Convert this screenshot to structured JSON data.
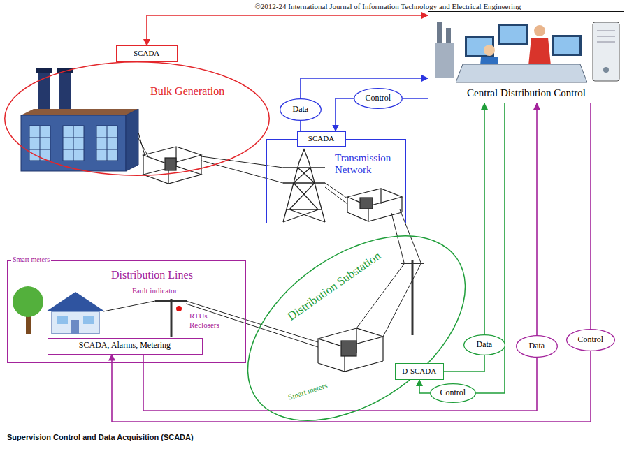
{
  "diagram": {
    "caption": "Supervision Control and Data Acquisition (SCADA)",
    "nodes": [
      {
        "text": [
          "Central Distribution Control"
        ]
      },
      {
        "text": [
          "SCADA"
        ]
      },
      {
        "text": [
          "Bulk Generation"
        ]
      },
      {
        "text": [
          "Data"
        ]
      },
      {
        "text": [
          "Control"
        ]
      },
      {
        "text": [
          "Transmission Network"
        ]
      },
      {
        "text": [
          "SCADA"
        ],
        "in": 5
      },
      {
        "text": [
          "Distribution Substation",
          "Smart meters"
        ]
      },
      {
        "text": [
          "D-SCADA"
        ]
      },
      {
        "text": [
          "Data"
        ]
      },
      {
        "text": [
          "Control"
        ]
      },
      {
        "text": [
          "Smart meters",
          "Distribution Lines",
          "Fault indicator",
          "RTUs",
          "Reclosers"
        ]
      },
      {
        "text": [
          "SCADA, Alarms, Metering"
        ],
        "in": 11
      },
      {
        "text": [
          "Data"
        ]
      },
      {
        "text": [
          "Control"
        ]
      }
    ],
    "edges": [
      {
        "from": 1,
        "to": 0,
        "arrow": "both"
      },
      {
        "from": 6,
        "to": 3,
        "arrow": "none"
      },
      {
        "from": 3,
        "to": 0,
        "arrow": "to"
      },
      {
        "from": 0,
        "to": 4,
        "arrow": "none"
      },
      {
        "from": 4,
        "to": 6,
        "arrow": "to"
      },
      {
        "from": 8,
        "to": 9,
        "arrow": "none"
      },
      {
        "from": 9,
        "to": 0,
        "arrow": "to"
      },
      {
        "from": 0,
        "to": 10,
        "arrow": "none"
      },
      {
        "from": 10,
        "to": 8,
        "arrow": "to"
      },
      {
        "from": 12,
        "to": 13,
        "arrow": "none"
      },
      {
        "from": 13,
        "to": 0,
        "arrow": "to"
      },
      {
        "from": 0,
        "to": 14,
        "arrow": "none"
      },
      {
        "from": 14,
        "to": 12,
        "arrow": "to"
      }
    ],
    "labels": [
      "©2012-24 International Journal of Information Technology and Electrical Engineering"
    ]
  }
}
